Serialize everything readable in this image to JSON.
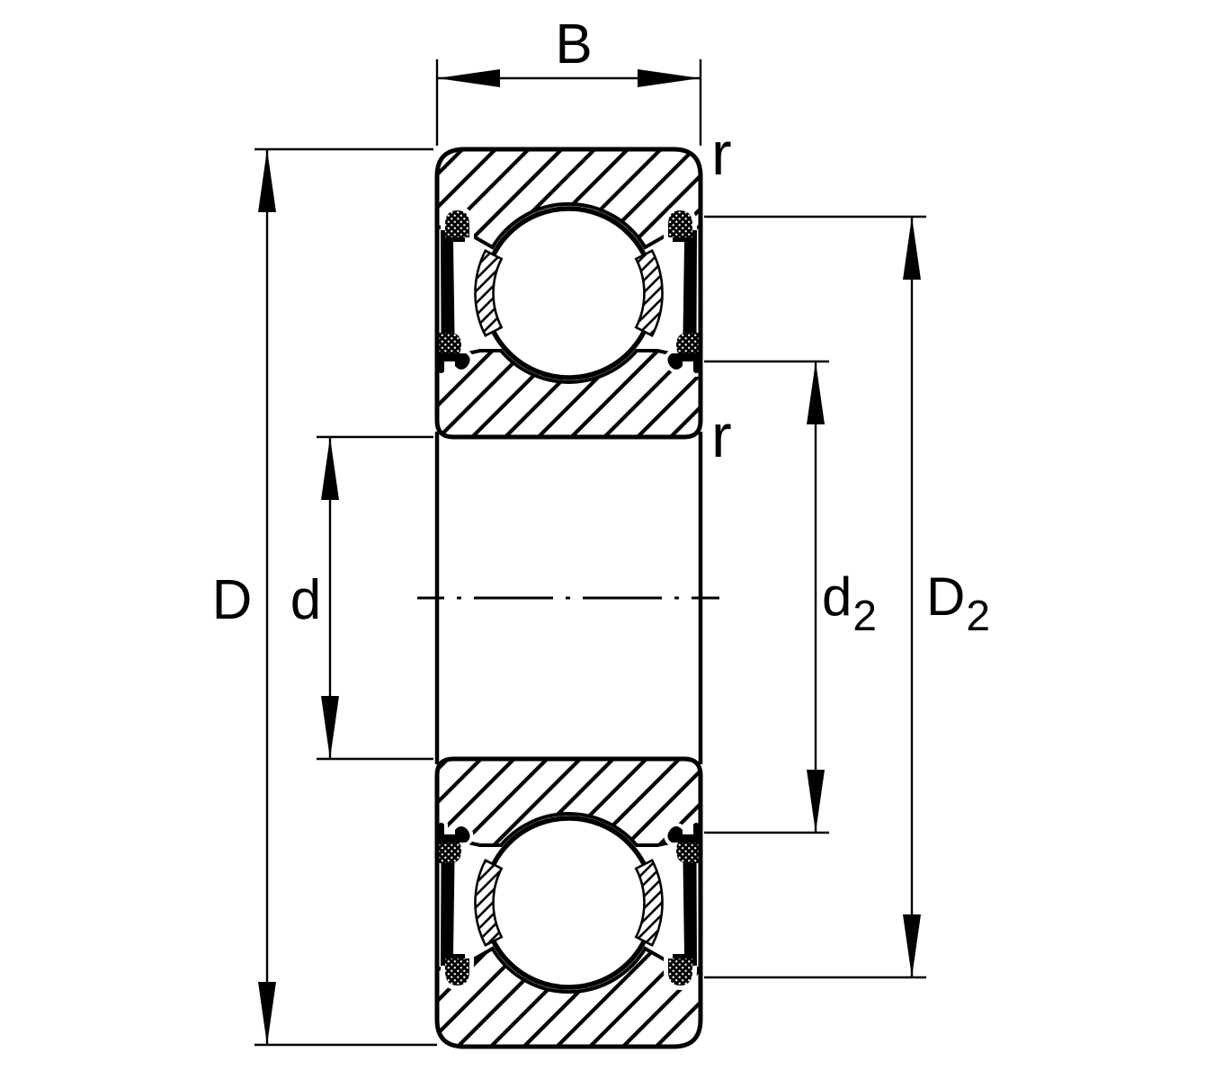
{
  "drawing": {
    "kind": "bearing-cross-section",
    "labels": {
      "width_B": "B",
      "outer_diameter_D": "D",
      "bore_diameter_d": "d",
      "d2": {
        "base": "d",
        "sub": "2"
      },
      "D2": {
        "base": "D",
        "sub": "2"
      },
      "chamfer_outer_r": "r",
      "chamfer_inner_r": "r"
    },
    "colors": {
      "ink": "#000000",
      "paper": "#ffffff"
    }
  }
}
